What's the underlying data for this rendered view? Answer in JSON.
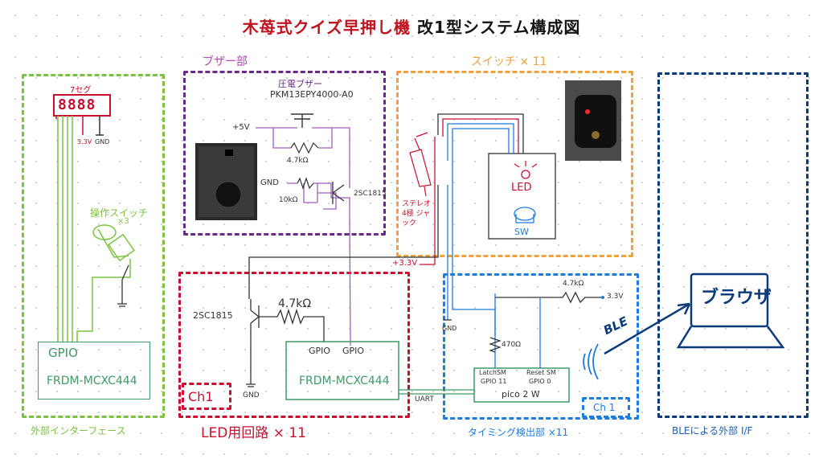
{
  "title": {
    "part1": "木苺式クイズ早押し機",
    "part2": " 改1型システム構成図"
  },
  "sections": {
    "external_if": "外部インターフェース",
    "buzzer": "ブザー部",
    "switch": "スイッチ × 11",
    "ble_if": "BLEによる外部 I/F",
    "led_circuit": "LED用回路 × 11",
    "timing": "タイミング検出部 ×11"
  },
  "labels": {
    "seven_seg": "7セグ",
    "v33_small": "3.3V",
    "gnd_small": "GND",
    "operation_switch": "操作スイッチ",
    "x3": "×3",
    "gpio_left": "GPIO",
    "frdm_left": "FRDM-MCXC444",
    "piezo_title": "圧電ブザー",
    "piezo_part": "PKM13EPY4000-A0",
    "plus5v": "+5V",
    "r47k_buzzer": "4.7kΩ",
    "gnd_buzzer": "GND",
    "r10k": "10kΩ",
    "transistor_buzzer": "2SC1815",
    "stereo_jack": "ステレオ 4極 ジャック",
    "led": "LED",
    "sw": "SW",
    "plus33v": "+3.3V",
    "transistor_led": "2SC1815",
    "r47k_led": "4.7kΩ",
    "gnd_led": "GND",
    "gpio_led_1": "GPIO",
    "gpio_led_2": "GPIO",
    "frdm_led": "FRDM-MCXC444",
    "ch1_led": "Ch1",
    "uart": "UART",
    "r47k_timing": "4.7kΩ",
    "v33_timing": "3.3V",
    "r470": "470Ω",
    "gnd_timing": "GND",
    "latch_sm": "LatchSM",
    "gpio11": "GPIO 11",
    "reset_sm": "Reset SM",
    "gpio0": "GPIO 0",
    "pico": "pico 2 W",
    "ch1_timing": "Ch 1",
    "ble": "BLE",
    "browser": "ブラウザ",
    "seg_digits": "8888"
  },
  "colors": {
    "green": "#7cc242",
    "purple": "#6b2a86",
    "orange": "#f2a23a",
    "navy": "#0b3a7a",
    "red": "#c8102e",
    "blue": "#1e7be0",
    "wire_green": "#3f9a67",
    "wire_purple": "#a05cc0",
    "wire_black": "#222222"
  }
}
